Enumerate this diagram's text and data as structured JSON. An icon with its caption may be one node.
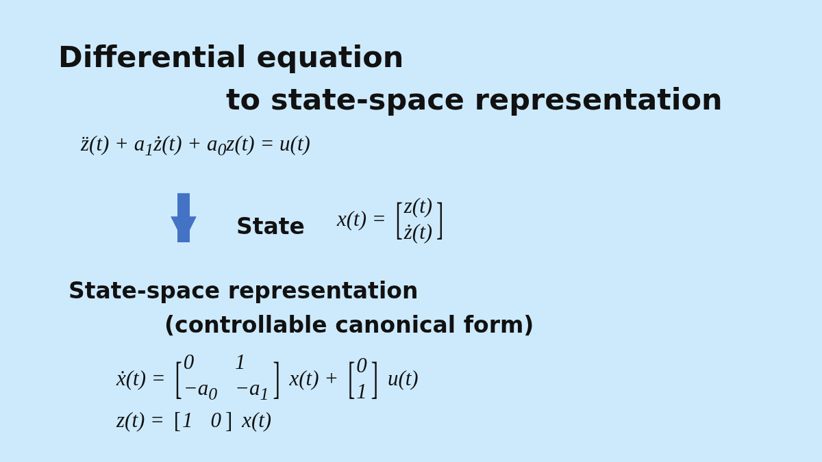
{
  "diagram": {
    "title": "Differential equation to state-space representation",
    "nodes": [
      {
        "text": [
          "z̈(t) + a$_{1}$ż(t) + a$_{0}$z(t) = u(t)"
        ]
      },
      {
        "text": [
          "State-space representation (controllable canonical form)",
          "ẋ(t) = [0 1 −a$_{0}$ −a$_{1}$] x(t) + [0 1] u(t)",
          "z(t) = [1 0] x(t)"
        ]
      }
    ],
    "edges": [
      {
        "from": 0,
        "to": 1,
        "arrow": "to"
      }
    ],
    "labels": [
      "State",
      "x(t) = [z(t) ż(t)]"
    ]
  }
}
